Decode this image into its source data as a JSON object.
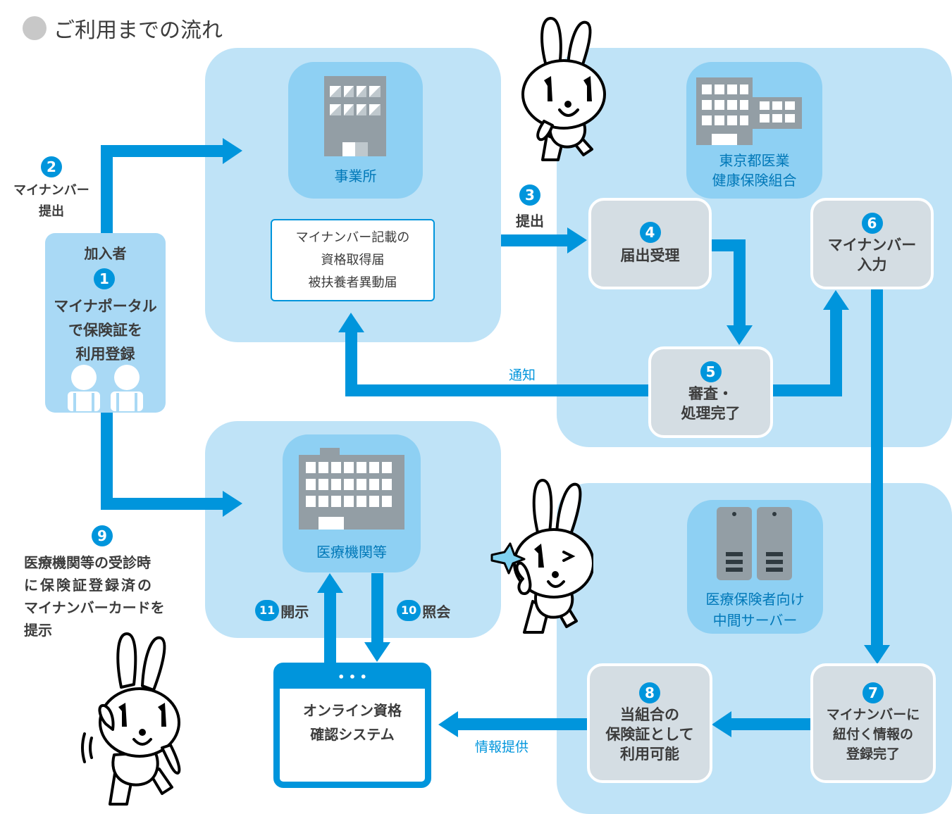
{
  "title": "ご利用までの流れ",
  "colors": {
    "panel": "#bfe3f7",
    "icon_box": "#8ed0f3",
    "step": "#d4dde3",
    "arrow": "#0095dc",
    "building": "#939ea5"
  },
  "member": {
    "heading": "加入者",
    "number": "1",
    "lines": [
      "マイナポータル",
      "で保険証を",
      "利用登録"
    ],
    "icon": "two-people-icon"
  },
  "submit_mynumber": {
    "number": "2",
    "lines": [
      "マイナンバー",
      "提出"
    ]
  },
  "employer": {
    "name": "事業所",
    "icon": "office-building-icon",
    "document_lines": [
      "マイナンバー記載の",
      "資格取得届",
      "被扶養者異動届"
    ]
  },
  "submit": {
    "number": "3",
    "label": "提出"
  },
  "insurer": {
    "lines": [
      "東京都医業",
      "健康保険組合"
    ],
    "icon": "insurer-building-icon"
  },
  "steps": {
    "s4": {
      "number": "4",
      "lines": [
        "届出受理"
      ]
    },
    "s5": {
      "number": "5",
      "lines": [
        "審査・",
        "処理完了"
      ]
    },
    "s6": {
      "number": "6",
      "lines": [
        "マイナンバー",
        "入力"
      ]
    },
    "s7": {
      "number": "7",
      "lines": [
        "マイナンバーに",
        "紐付く情報の",
        "登録完了"
      ]
    },
    "s8": {
      "number": "8",
      "lines": [
        "当組合の",
        "保険証として",
        "利用可能"
      ]
    }
  },
  "notify": {
    "label": "通知"
  },
  "medical": {
    "name": "医療機関等",
    "icon": "hospital-building-icon"
  },
  "present": {
    "number": "9",
    "lines": [
      "医療機関等の受診時",
      "に保険証登録済の",
      "マイナンバーカードを",
      "提示"
    ]
  },
  "disclose": {
    "number": "11",
    "label": "開示"
  },
  "inquiry": {
    "number": "10",
    "label": "照会"
  },
  "intermediate_server": {
    "lines": [
      "医療保険者向け",
      "中間サーバー"
    ],
    "icon": "server-icon"
  },
  "online_system": {
    "dots": "• • •",
    "lines": [
      "オンライン資格",
      "確認システム"
    ]
  },
  "info_provide": {
    "label": "情報提供"
  },
  "mascots": [
    "mascot-rabbit-icon",
    "mascot-rabbit-thumbs-up-icon",
    "mascot-rabbit-waving-icon"
  ]
}
